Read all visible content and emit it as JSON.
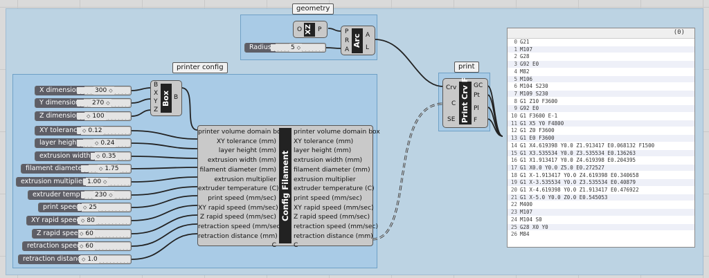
{
  "canvas": {
    "groups": {
      "geometry": "geometry",
      "print": "print",
      "printer_config": "printer config"
    },
    "xz_component": {
      "name": "XZ",
      "inputs": [
        "O"
      ],
      "outputs": [
        "P"
      ]
    },
    "arc_component": {
      "name": "Arc",
      "inputs": [
        "P",
        "R",
        "A"
      ],
      "outputs": [
        "A",
        "L"
      ]
    },
    "radius_slider": {
      "label": "Radius",
      "value": "5"
    },
    "box_component": {
      "name": "Box",
      "inputs": [
        "B",
        "X",
        "Y",
        "Z"
      ],
      "outputs": [
        "B"
      ]
    },
    "dimension_sliders": [
      {
        "label": "X dimension",
        "value": "300"
      },
      {
        "label": "Y dimension",
        "value": "270"
      },
      {
        "label": "Z dimension",
        "value": "100"
      }
    ],
    "config_sliders": [
      {
        "label": "XY tolerance",
        "value": "0.12"
      },
      {
        "label": "layer height",
        "value": "0.24"
      },
      {
        "label": "extrusion width",
        "value": "0.35"
      },
      {
        "label": "filament diameter",
        "value": "1.75"
      },
      {
        "label": "extrusion multiplier",
        "value": "1.00"
      },
      {
        "label": "extruder temp",
        "value": "230"
      },
      {
        "label": "print speed",
        "value": "25"
      },
      {
        "label": "XY rapid speed",
        "value": "80"
      },
      {
        "label": "Z rapid speed",
        "value": "60"
      },
      {
        "label": "retraction speed",
        "value": "60"
      },
      {
        "label": "retraction distance",
        "value": "1.0"
      }
    ],
    "config_component": {
      "name": "Config Filament",
      "ports": [
        "printer volume domain box",
        "XY tolerance (mm)",
        "layer height (mm)",
        "extrusion width (mm)",
        "filament diameter (mm)",
        "extrusion multiplier",
        "extruder temperature (C)",
        "print speed (mm/sec)",
        "XY rapid speed (mm/sec)",
        "Z rapid speed (mm/sec)",
        "retraction speed (mm/sec)",
        "retraction distance (mm)",
        "C"
      ]
    },
    "print_component": {
      "name": "Print Crv",
      "bar_suffix": "F",
      "inputs": [
        "Crv",
        "C",
        "SE"
      ],
      "outputs": [
        "GC",
        "Pt",
        "Pl",
        "F"
      ]
    },
    "panel": {
      "count": "(0)",
      "lines": [
        "G21",
        "M107",
        "G28",
        "G92 E0",
        "M82",
        "M106",
        "M104 S230",
        "M109 S230",
        "G1 Z10 F3600",
        "G92 E0",
        "G1 F3600 E-1",
        "G1 X5 Y0 F4800",
        "G1 Z0 F3600",
        "G1 E0 F3600",
        "G1 X4.619398 Y0.0 Z1.913417 E0.068132 F1500",
        "G1 X3.535534 Y0.0 Z3.535534 E0.136263",
        "G1 X1.913417 Y0.0 Z4.619398 E0.204395",
        "G1 X0.0 Y0.0 Z5.0 E0.272527",
        "G1 X-1.913417 Y0.0 Z4.619398 E0.340658",
        "G1 X-3.535534 Y0.0 Z3.535534 E0.40879",
        "G1 X-4.619398 Y0.0 Z1.913417 E0.476922",
        "G1 X-5.0 Y0.0 Z0.0 E0.545053",
        "M400",
        "M107",
        "M104 S0",
        "G28 X0 Y0",
        "M84"
      ]
    }
  }
}
